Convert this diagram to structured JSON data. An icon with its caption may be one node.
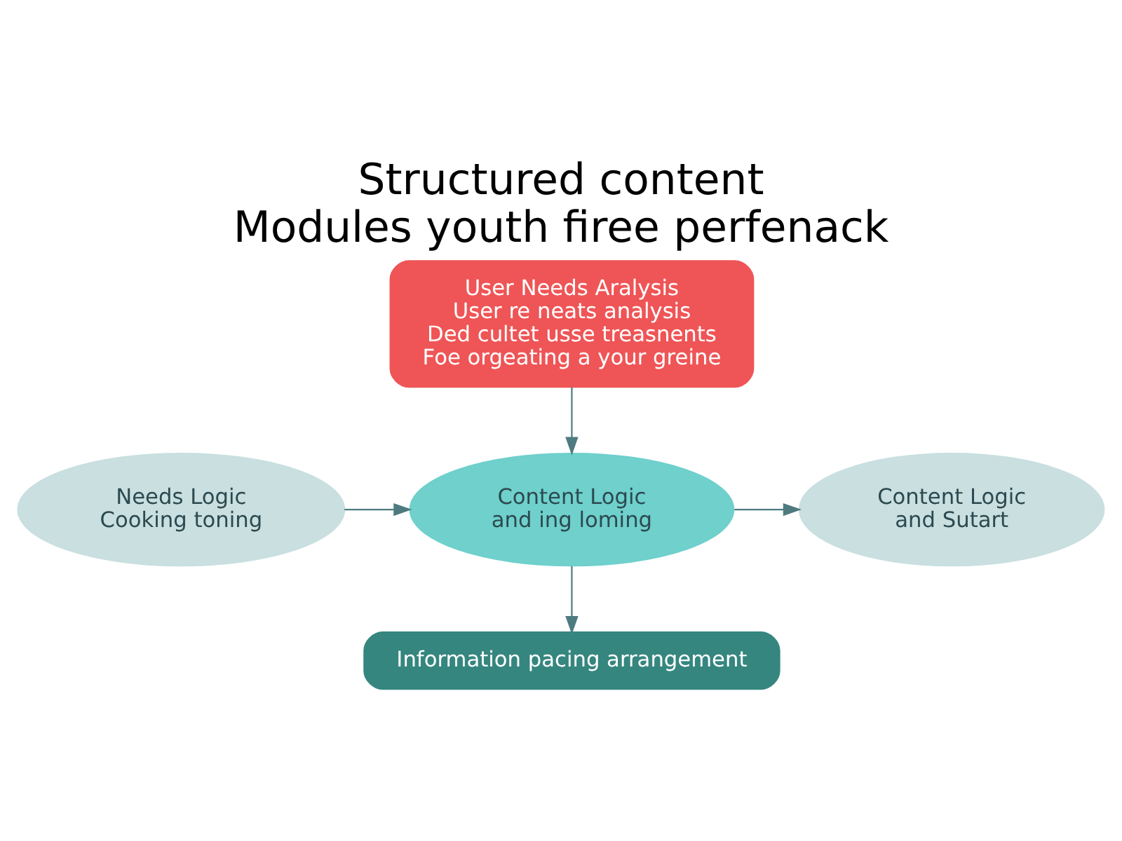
{
  "diagram": {
    "title": "Structured content",
    "caption": "Modules youth firee perfenack",
    "nodes": [
      {
        "text": [
          "User Needs Aralysis",
          "User re neats analysis",
          "Ded cultet usse treasnents",
          "Foe orgeating a your greine"
        ]
      },
      {
        "text": [
          "Needs Logic",
          "Cooking toning"
        ]
      },
      {
        "text": [
          "Content Logic",
          "and ing loming"
        ]
      },
      {
        "text": [
          "Content Logic",
          "and Sutart"
        ]
      },
      {
        "text": [
          "Information pacing arrangement"
        ]
      }
    ],
    "edges": [
      {
        "from": 0,
        "to": 2,
        "arrow": "to"
      },
      {
        "from": 1,
        "to": 2,
        "arrow": "to"
      },
      {
        "from": 2,
        "to": 3,
        "arrow": "to"
      },
      {
        "from": 2,
        "to": 4,
        "arrow": "to"
      }
    ]
  }
}
